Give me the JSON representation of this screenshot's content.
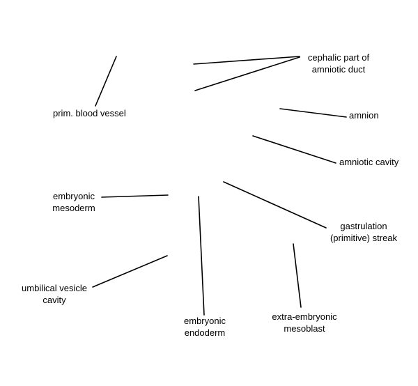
{
  "diagram": {
    "line_color": "#000000",
    "labels": {
      "prim_blood_vessel": "prim. blood vessel",
      "cephalic_part_line1": "cephalic part of",
      "cephalic_part_line2": "amniotic duct",
      "amnion": "amnion",
      "amniotic_cavity": "amniotic cavity",
      "embryonic_mesoderm_line1": "embryonic",
      "embryonic_mesoderm_line2": "mesoderm",
      "gastrulation_line1": "gastrulation",
      "gastrulation_line2": "(primitive) streak",
      "umbilical_line1": "umbilical vesicle",
      "umbilical_line2": "cavity",
      "embryonic_endoderm_line1": "embryonic",
      "embryonic_endoderm_line2": "endoderm",
      "extra_embryonic_line1": "extra-embryonic",
      "extra_embryonic_line2": "mesoblast"
    }
  }
}
